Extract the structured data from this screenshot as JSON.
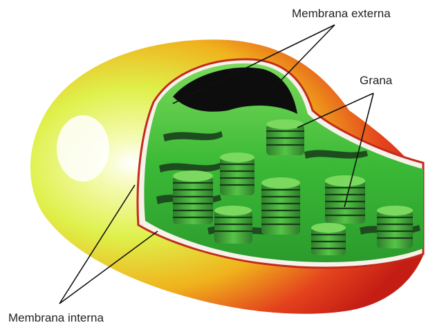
{
  "labels": {
    "outer_membrane": "Membrana externa",
    "grana": "Grana",
    "inner_membrane": "Membrana interna"
  },
  "colors": {
    "outer_red": "#d9281c",
    "outer_yellow": "#e8f25a",
    "stroma_green": "#3fbe3a",
    "thylakoid_dark": "#1d4d1e",
    "cavity_black": "#0d0d0d"
  }
}
